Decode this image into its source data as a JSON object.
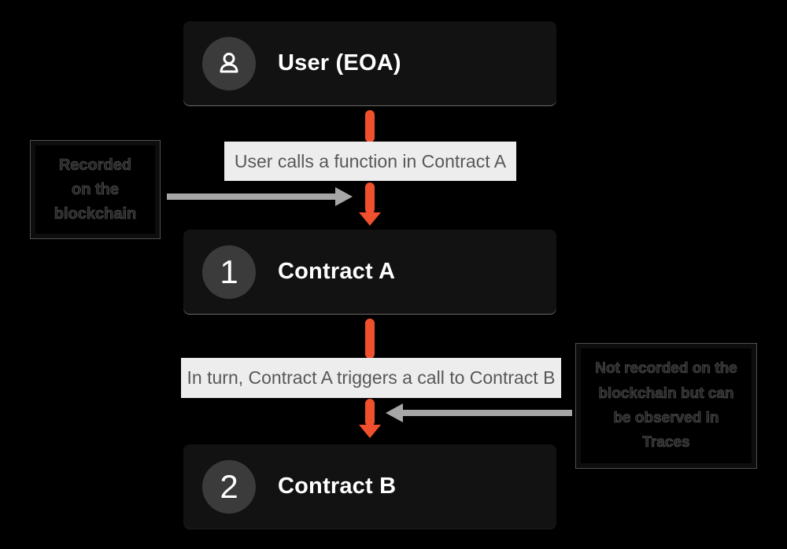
{
  "colors": {
    "background": "#000000",
    "node_background": "#121212",
    "node_text": "#ffffff",
    "badge_circle": "#3b3b3b",
    "flow_arrow_orange": "#f0502d",
    "edge_label_background": "#ededed",
    "edge_label_text": "#58585a",
    "callout_arrow_gray": "#a6a6a6",
    "callout_text": "#242424"
  },
  "nodes": [
    {
      "id": "user",
      "label": "User (EOA)",
      "icon": "user-icon"
    },
    {
      "id": "contract-a",
      "label": "Contract A",
      "badge": "1"
    },
    {
      "id": "contract-b",
      "label": "Contract B",
      "badge": "2"
    }
  ],
  "edges": [
    {
      "from": "user",
      "to": "contract-a",
      "label": "User calls a function in Contract A"
    },
    {
      "from": "contract-a",
      "to": "contract-b",
      "label": "In turn, Contract A triggers a call to Contract B"
    }
  ],
  "callouts": {
    "left": {
      "text": "Recorded\non the\nblockchain"
    },
    "right": {
      "text": "Not recorded on the\nblockchain but can\nbe observed in\nTraces"
    }
  }
}
